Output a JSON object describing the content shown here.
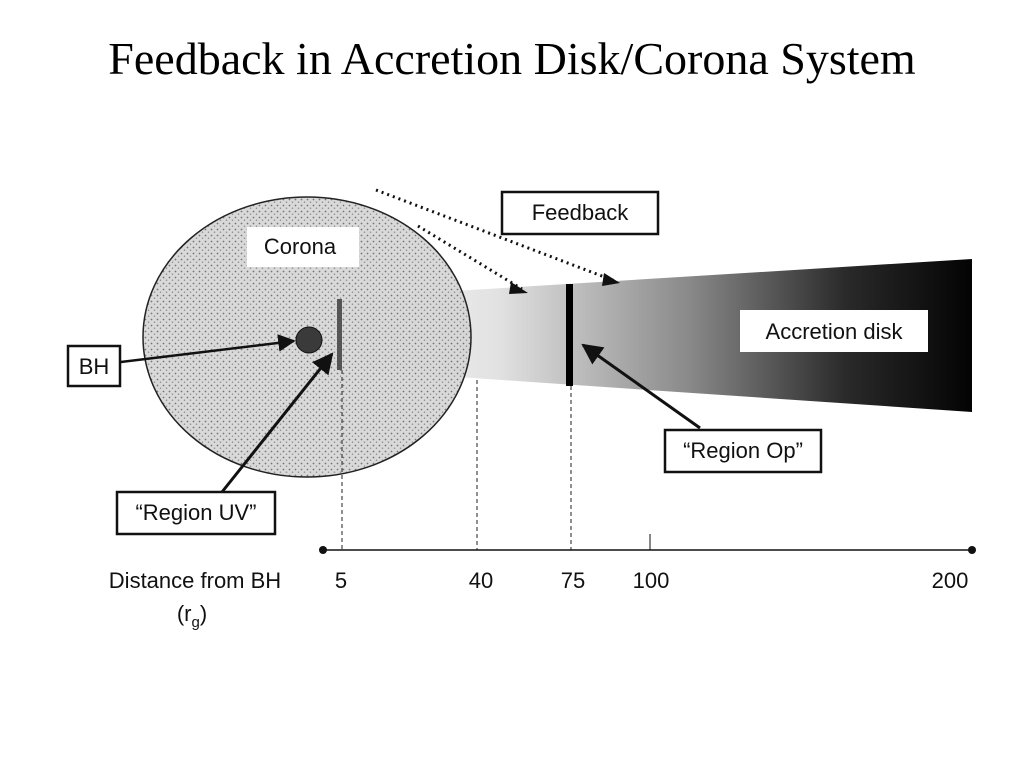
{
  "slide": {
    "title": "Feedback in Accretion Disk/Corona System"
  },
  "diagram": {
    "labels": {
      "feedback": "Feedback",
      "corona": "Corona",
      "accretion_disk": "Accretion disk",
      "bh": "BH",
      "region_uv": "“Region UV”",
      "region_op": "“Region Op”"
    },
    "axis": {
      "title": "Distance from BH",
      "unit_prefix": "(r",
      "unit_sub": "g",
      "unit_suffix": ")",
      "ticks": [
        "5",
        "40",
        "75",
        "100",
        "200"
      ]
    },
    "colors": {
      "ink": "#111111",
      "corona_fill": "#cfcfcf",
      "disk_light": "#f4f4f4",
      "disk_dark": "#050505"
    }
  }
}
